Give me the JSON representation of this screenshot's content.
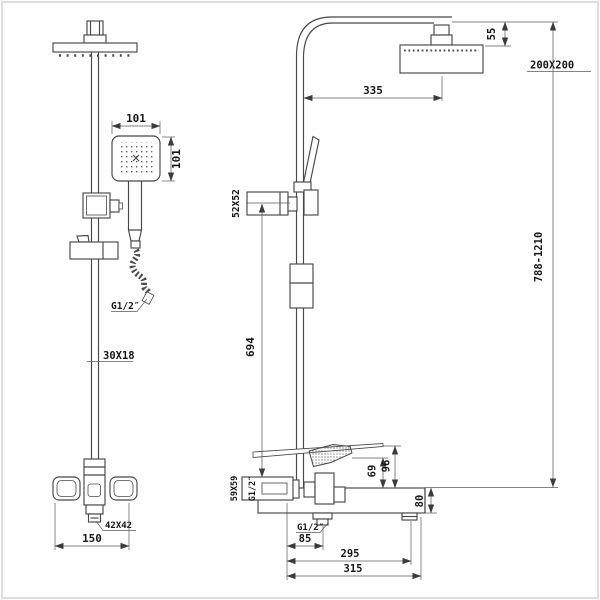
{
  "front": {
    "hand_shower_width": "101",
    "hand_shower_height": "101",
    "hose_thread": "G1/2″",
    "pipe_section": "30X18",
    "cartridge_size": "42X42",
    "valve_width": "150"
  },
  "side": {
    "arm_offset": "335",
    "head_drop": "55",
    "head_size": "200X200",
    "holder_size": "52X52",
    "column_length": "694",
    "height_range": "788-1210",
    "mount_size": "59X59",
    "mount_thread": "G1/2″",
    "spout_top_height": "69",
    "lever_top_height": "96",
    "body_height": "80",
    "outlet_thread": "G1/2″",
    "outlet_offset": "85",
    "spout_reach": "295",
    "overall_reach": "315"
  }
}
